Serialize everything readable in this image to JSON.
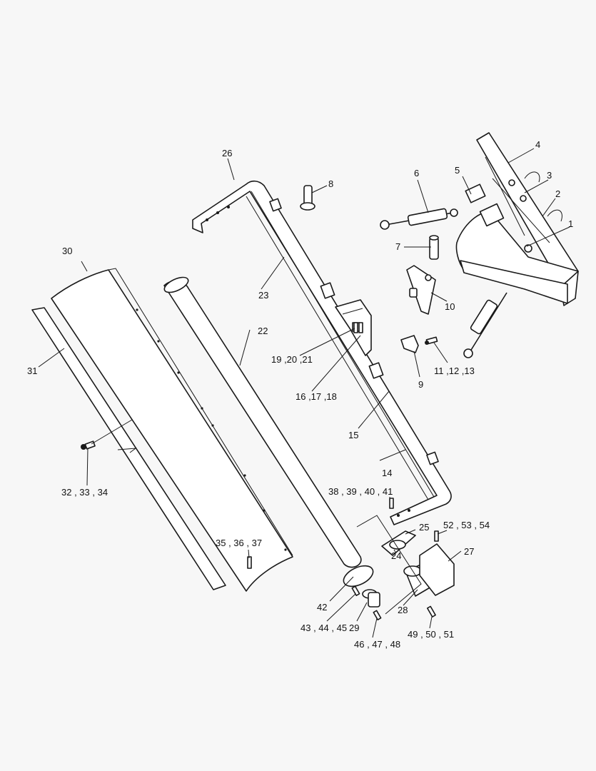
{
  "callouts": [
    {
      "id": "c1",
      "text": "1"
    },
    {
      "id": "c2",
      "text": "2"
    },
    {
      "id": "c3",
      "text": "3"
    },
    {
      "id": "c4",
      "text": "4"
    },
    {
      "id": "c5",
      "text": "5"
    },
    {
      "id": "c6",
      "text": "6"
    },
    {
      "id": "c7",
      "text": "7"
    },
    {
      "id": "c8",
      "text": "8"
    },
    {
      "id": "c9",
      "text": "9"
    },
    {
      "id": "c10",
      "text": "10"
    },
    {
      "id": "c11",
      "text": "11 ,12 ,13"
    },
    {
      "id": "c14",
      "text": "14"
    },
    {
      "id": "c15",
      "text": "15"
    },
    {
      "id": "c16",
      "text": "16 ,17 ,18"
    },
    {
      "id": "c19",
      "text": "19 ,20 ,21"
    },
    {
      "id": "c22",
      "text": "22"
    },
    {
      "id": "c23",
      "text": "23"
    },
    {
      "id": "c24",
      "text": "24"
    },
    {
      "id": "c25",
      "text": "25"
    },
    {
      "id": "c26",
      "text": "26"
    },
    {
      "id": "c27",
      "text": "27"
    },
    {
      "id": "c28",
      "text": "28"
    },
    {
      "id": "c29",
      "text": "29"
    },
    {
      "id": "c30",
      "text": "30"
    },
    {
      "id": "c31",
      "text": "31"
    },
    {
      "id": "c32",
      "text": "32 , 33 , 34"
    },
    {
      "id": "c35",
      "text": "35 , 36 , 37"
    },
    {
      "id": "c38",
      "text": "38 , 39 , 40 , 41"
    },
    {
      "id": "c42",
      "text": "42"
    },
    {
      "id": "c43",
      "text": "43 , 44 , 45"
    },
    {
      "id": "c46",
      "text": "46 , 47 , 48"
    },
    {
      "id": "c49",
      "text": "49 , 50 , 51"
    },
    {
      "id": "c52",
      "text": "52 , 53 , 54"
    }
  ]
}
